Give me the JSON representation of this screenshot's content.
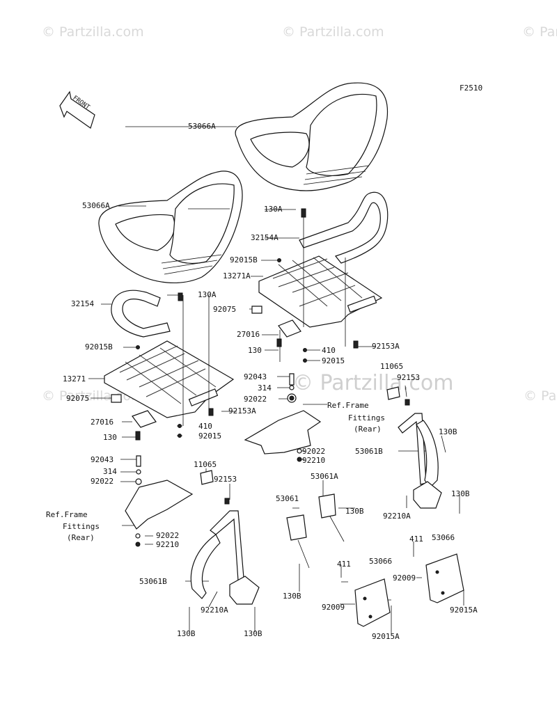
{
  "diagram_id": "F2510",
  "front_arrow": "FRONT",
  "watermarks": {
    "small": "© Partzilla.com",
    "center": "© Partzilla.com"
  },
  "labels": {
    "p53066A_1": "53066A",
    "p53066A_2": "53066A",
    "p130A_1": "130A",
    "p32154A": "32154A",
    "p92015B_1": "92015B",
    "p13271A": "13271A",
    "p130A_2": "130A",
    "p32154": "32154",
    "p92075_1": "92075",
    "p27016_1": "27016",
    "p130_1": "130",
    "p410_1": "410",
    "p92153A_1": "92153A",
    "p92015_1": "92015",
    "p92015B_2": "92015B",
    "p13271": "13271",
    "p92075_2": "92075",
    "p27016_2": "27016",
    "p130_2": "130",
    "p410_2": "410",
    "p92015_2": "92015",
    "p92153A_2": "92153A",
    "p92043_1": "92043",
    "p314_1": "314",
    "p92022_1": "92022",
    "p11065_1": "11065",
    "p92153_1": "92153",
    "ref1_l1": "Ref.Frame",
    "ref1_l2": "Fittings",
    "ref1_l3": "(Rear)",
    "p130B_1": "130B",
    "p53061B_1": "53061B",
    "p92022_2": "92022",
    "p92210_1": "92210",
    "p130B_2": "130B",
    "p92210A_1": "92210A",
    "p92043_2": "92043",
    "p314_2": "314",
    "p92022_3": "92022",
    "p11065_2": "11065",
    "p92153_2": "92153",
    "ref2_l1": "Ref.Frame",
    "ref2_l2": "Fittings",
    "ref2_l3": "(Rear)",
    "p92022_4": "92022",
    "p92210_2": "92210",
    "p53061A": "53061A",
    "p53061": "53061",
    "p130B_3": "130B",
    "p411_1": "411",
    "p53066_1": "53066",
    "p92009_1": "92009",
    "p411_2": "411",
    "p53066_2": "53066",
    "p92009_2": "92009",
    "p53061B_2": "53061B",
    "p130B_4": "130B",
    "p92210A_2": "92210A",
    "p130B_5": "130B",
    "p130B_6": "130B",
    "p92015A_1": "92015A",
    "p92015A_2": "92015A"
  }
}
